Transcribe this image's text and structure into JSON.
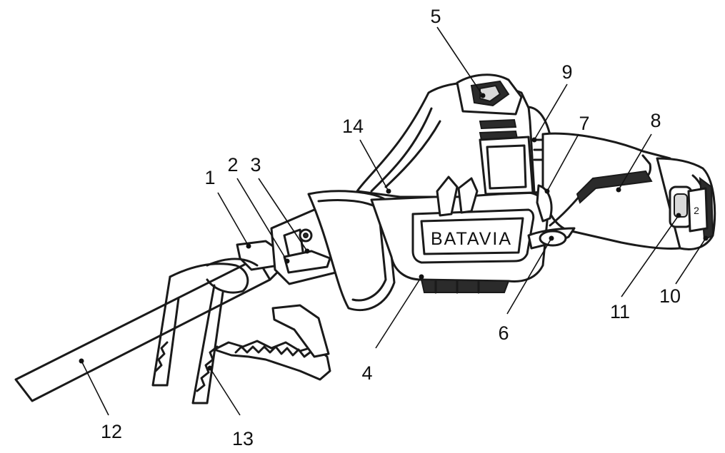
{
  "brand": "BATAVIA",
  "callouts": [
    {
      "id": "1",
      "label": "1"
    },
    {
      "id": "2",
      "label": "2"
    },
    {
      "id": "3",
      "label": "3"
    },
    {
      "id": "4",
      "label": "4"
    },
    {
      "id": "5",
      "label": "5"
    },
    {
      "id": "6",
      "label": "6"
    },
    {
      "id": "7",
      "label": "7"
    },
    {
      "id": "8",
      "label": "8"
    },
    {
      "id": "9",
      "label": "9"
    },
    {
      "id": "10",
      "label": "10"
    },
    {
      "id": "11",
      "label": "11"
    },
    {
      "id": "12",
      "label": "12"
    },
    {
      "id": "13",
      "label": "13"
    },
    {
      "id": "14",
      "label": "14"
    }
  ]
}
